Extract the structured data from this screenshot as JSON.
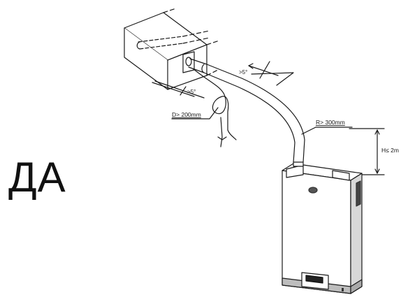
{
  "main_label": "ДА",
  "annotations": {
    "slope_upper": ">5°",
    "slope_lower": ">5°",
    "loop_diameter": "D> 200mm",
    "bend_radius": "R> 300mm",
    "height_limit": "H≤ 2m"
  },
  "colors": {
    "line": "#1a1a1a",
    "boiler_front": "#ffffff",
    "boiler_side": "#d8d8d8",
    "boiler_base": "#bdbdbd"
  }
}
